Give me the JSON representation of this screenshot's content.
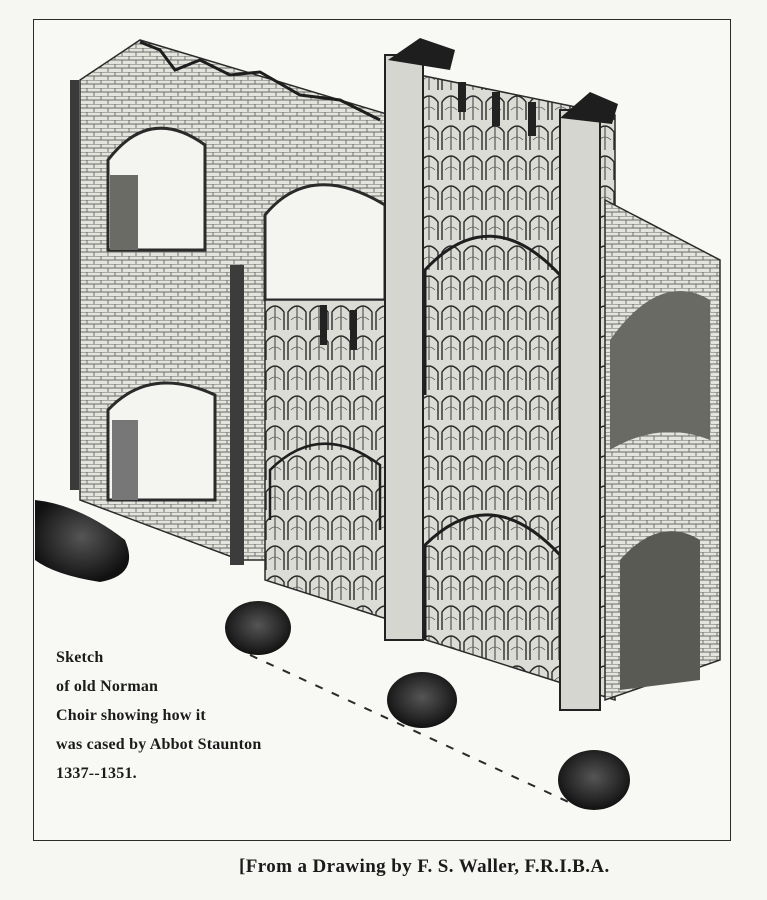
{
  "caption": {
    "lines": [
      "Sketch",
      "of old Norman",
      "Choir showing how it",
      "was cased by Abbot Staunton",
      "1337--1351."
    ]
  },
  "credit": "[From a Drawing by F. S. Waller, F.R.I.B.A.",
  "colors": {
    "ink": "#1b1b1b",
    "paper": "#f6f6f2"
  }
}
